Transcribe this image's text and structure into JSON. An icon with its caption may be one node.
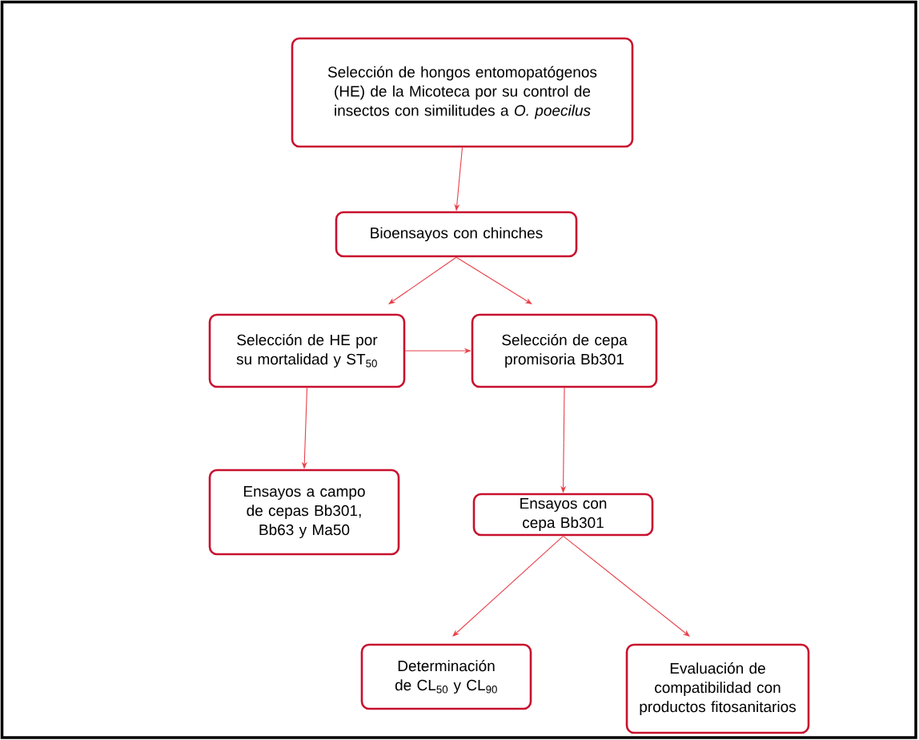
{
  "diagram": {
    "nodes": [
      {
        "text": [
          "Selección de hongos entomopatógenos (HE) de la Micoteca por su control de insectos con similitudes a *O. poecilus*"
        ]
      },
      {
        "text": [
          "Bioensayos con chinches"
        ]
      },
      {
        "text": [
          "Selección de HE por su mortalidad y ST$_{50}$"
        ]
      },
      {
        "text": [
          "Selección de cepa promisoria Bb301"
        ]
      },
      {
        "text": [
          "Ensayos a campo de cepas Bb301, Bb63 y Ma50"
        ]
      },
      {
        "text": [
          "Ensayos con cepa Bb301"
        ]
      },
      {
        "text": [
          "Determinación de CL$_{50}$ y CL$_{90}$"
        ]
      },
      {
        "text": [
          "Evaluación de compatibilidad con productos fitosanitarios"
        ]
      }
    ],
    "edges": [
      {
        "from": 0,
        "to": 1,
        "arrow": "to"
      },
      {
        "from": 1,
        "to": 2,
        "arrow": "to"
      },
      {
        "from": 1,
        "to": 3,
        "arrow": "to"
      },
      {
        "from": 2,
        "to": 3,
        "arrow": "to"
      },
      {
        "from": 2,
        "to": 4,
        "arrow": "to"
      },
      {
        "from": 3,
        "to": 5,
        "arrow": "to"
      },
      {
        "from": 5,
        "to": 6,
        "arrow": "to"
      },
      {
        "from": 5,
        "to": 7,
        "arrow": "to"
      }
    ]
  }
}
